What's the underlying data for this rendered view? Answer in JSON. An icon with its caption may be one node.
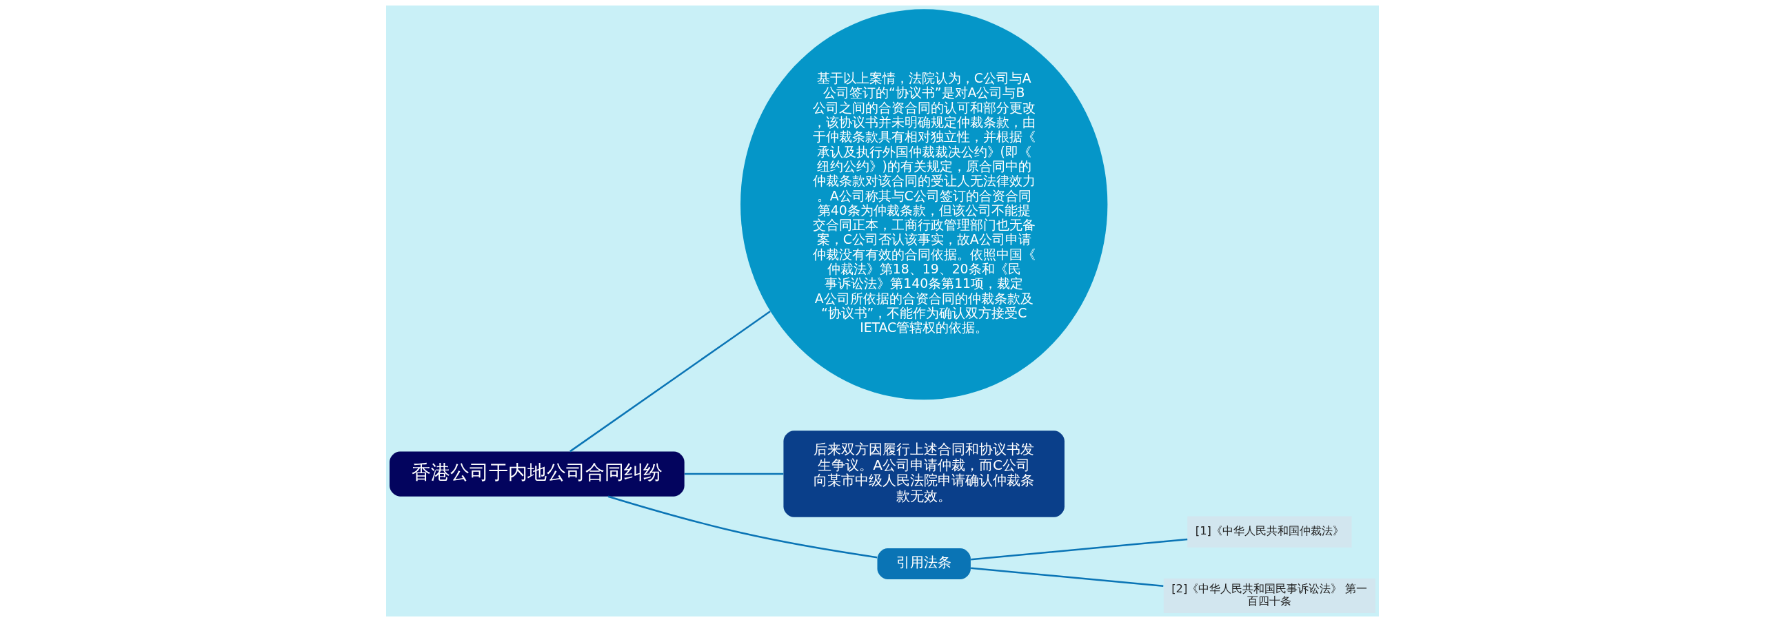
{
  "diagram": {
    "nodes": [
      {
        "text": [
          "香港公司于内地公司合同纠纷"
        ]
      },
      {
        "text": [
          "基于以上案情，法院认为，C公司与A公司签订的“协议书”是对A公司与B公司之间的合资合同的认可和部分更改，该协议书并未明确规定仲裁条款，由于仲裁条款具有相对独立性，并根据《承认及执行外国仲裁裁决公约》(即《纽约公约》)的有关规定，原合同中的仲裁条款对该合同的受让人无法律效力。A公司称其与C公司签订的合资合同第40条为仲裁条款，但该公司不能提交合同正本，工商行政管理部门也无备案，C公司否认该事实，故A公司申请仲裁没有有效的合同依据。依照中国《仲裁法》第18、19、20条和《民事诉讼法》第140条第11项，裁定A公司所依据的合资合同的仲裁条款及“协议书”，不能作为确认双方接受CIETAC管辖权的依据。"
        ]
      },
      {
        "text": [
          "后来双方因履行上述合同和协议书发生争议。A公司申请仲裁，而C公司向某市中级人民法院申请确认仲裁条款无效。"
        ]
      },
      {
        "text": [
          "引用法条"
        ]
      },
      {
        "text": [
          "[1]《中华人民共和国仲裁法》"
        ]
      },
      {
        "text": [
          "[2]《中华人民共和国民事诉讼法》 第一百四十条"
        ]
      }
    ],
    "edges": [
      {
        "from": 0,
        "to": 1,
        "arrow": "none"
      },
      {
        "from": 0,
        "to": 2,
        "arrow": "none"
      },
      {
        "from": 0,
        "to": 3,
        "arrow": "none"
      },
      {
        "from": 3,
        "to": 4,
        "arrow": "none"
      },
      {
        "from": 3,
        "to": 5,
        "arrow": "none"
      }
    ]
  }
}
